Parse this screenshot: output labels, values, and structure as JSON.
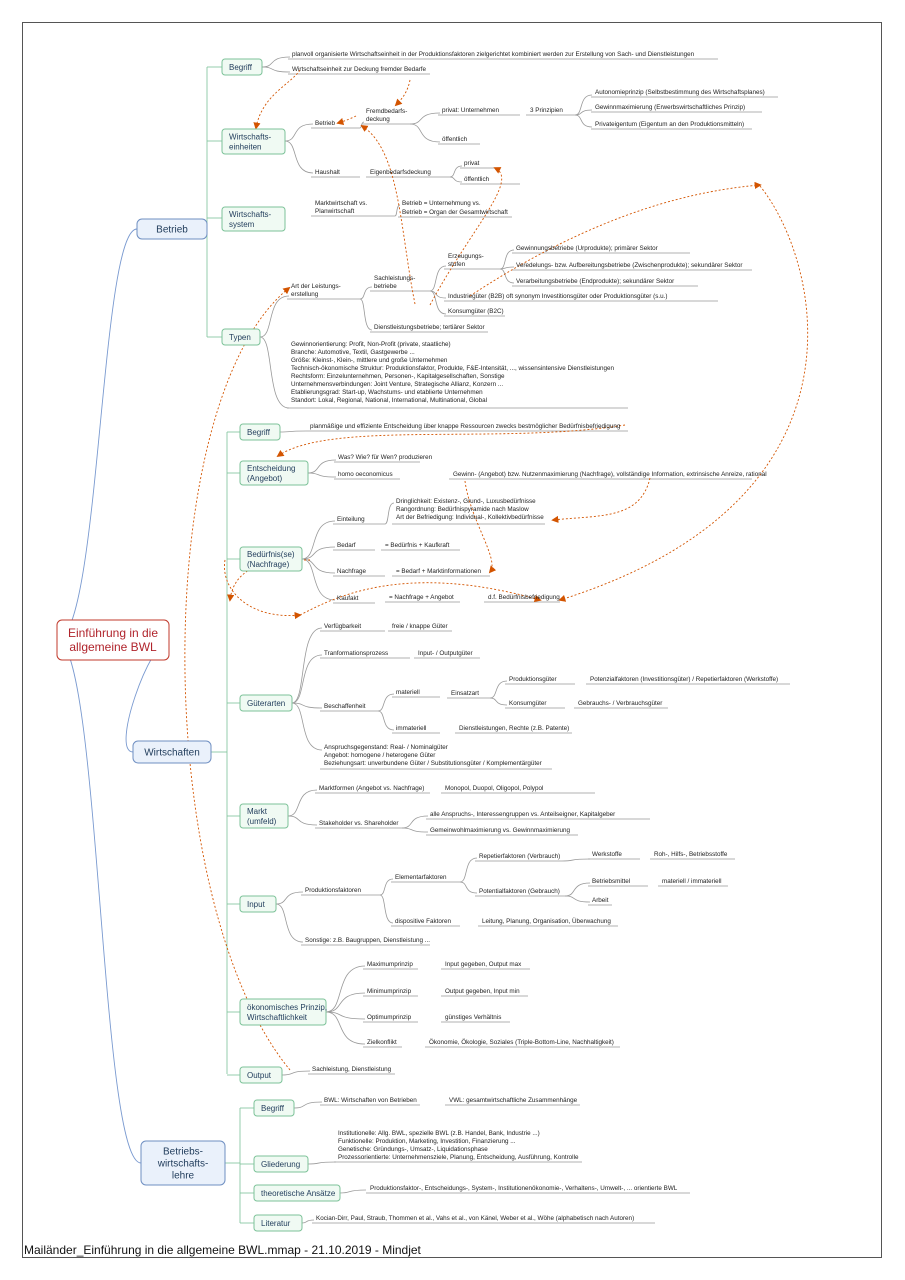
{
  "footer": "Mailänder_Einführung in die allgemeine BWL.mmap - 21.10.2019 - Mindjet",
  "colors": {
    "root_border": "#c0392b",
    "root_text": "#b0242c",
    "main_border": "#6f8fc2",
    "main_fill": "#eaf1fb",
    "sub_border": "#7cc298",
    "sub_fill": "#f0faf3",
    "line_main": "#7a9ad0",
    "line_sub": "#7cc298",
    "line_leaf": "#999999",
    "relation": "#d35400"
  },
  "root": "Einführung in die allgemeine BWL",
  "main": {
    "betrieb": "Betrieb",
    "wirtschaften": "Wirtschaften",
    "bwl": "Betriebs-wirtschafts-lehre"
  },
  "topics": {
    "begriff1": "Begriff",
    "wirtschaftseinheiten": "Wirtschafts-einheiten",
    "wirtschaftssystem": "Wirtschafts-system",
    "typen": "Typen",
    "begriff2": "Begriff",
    "entscheidung": "Entscheidung (Angebot)",
    "beduerfnis": "Bedürfnis(se) (Nachfrage)",
    "gueterarten": "Güterarten",
    "markt": "Markt (umfeld)",
    "input": "Input",
    "oekprinzip": "ökonomisches Prinzip, Wirtschaftlichkeit",
    "output": "Output",
    "begriff3": "Begriff",
    "gliederung": "Gliederung",
    "theorie": "theoretische Ansätze",
    "literatur": "Literatur"
  },
  "leaves": {
    "b1a": "planvoll organisierte Wirtschaftseinheit in der Produktionsfaktoren zielgerichtet kombiniert werden zur Erstellung von Sach- und Dienstleistungen",
    "b1b": "Wirtschaftseinheit zur Deckung fremder Bedarfe",
    "we_betrieb": "Betrieb",
    "fremd": "Fremdbedarfs-deckung",
    "privat_u": "privat: Unternehmen",
    "oeff1": "öffentlich",
    "prinzipien": "3 Prinzipien",
    "autonomie": "Autonomieprinzip (Selbstbestimmung des Wirtschaftsplanes)",
    "gewinnmax": "Gewinnmaximierung (Erwerbswirtschaftliches Prinzip)",
    "privateig": "Privateigentum (Eigentum an den Produktionsmitteln)",
    "haushalt": "Haushalt",
    "eigen": "Eigenbedarfsdeckung",
    "privat": "privat",
    "oeff2": "öffentlich",
    "marktwirt": "Marktwirtschaft vs. Planwirtschaft",
    "sys1": "Betrieb = Unternehmung vs.",
    "sys2": "Betrieb = Organ der Gesamtwirtschaft",
    "art": "Art der Leistungs-erstellung",
    "sach": "Sachleistungs-betriebe",
    "erz": "Erzeugungs-stufen",
    "gew": "Gewinnungsbetriebe (Urprodukte); primärer Sektor",
    "vered": "Veredelungs- bzw. Aufbereitungsbetriebe (Zwischenprodukte); sekundärer Sektor",
    "verarb": "Verarbeitungsbetriebe (Endprodukte); sekundärer Sektor",
    "industrie": "Industriegüter (B2B) oft synonym Investitionsgüter oder Produktionsgüter (s.u.)",
    "konsum": "Konsumgüter (B2C)",
    "dienst": "Dienstleistungsbetriebe; tertiärer Sektor",
    "t1": "Gewinnorientierung: Profit, Non-Profit (private, staatliche)",
    "t2": "Branche: Automotive, Textil, Gastgewerbe ...",
    "t3": "Größe: Kleinst-, Klein-, mittlere und große Unternehmen",
    "t4": "Technisch-ökonomische Struktur: Produktionsfaktor, Produkte, F&E-Intensität, ..., wissensintensive Dienstleistungen",
    "t5": "Rechtsform: Einzelunternehmen, Personen-, Kapitalgesellschaften, Sonstige",
    "t6": "Unternehmensverbindungen: Joint Venture, Strategische Allianz, Konzern ...",
    "t7": "Etablierungsgrad: Start-up, Wachstums- und etablierte Unternehmen",
    "t8": "Standort: Lokal, Regional, National, International, Multinational, Global",
    "b2": "planmäßige und effiziente Entscheidung über knappe Ressourcen zwecks bestmöglicher Bedürfnisbefriedigung",
    "was": "Was? Wie? für Wen? produzieren",
    "homo": "homo oeconomicus",
    "homo2": "Gewinn- (Angebot) bzw. Nutzenmaximierung (Nachfrage), vollständige Information, extrinsische Anreize, rational",
    "einteilung": "Einteilung",
    "e1": "Dringlichkeit: Existenz-, Grund-, Luxusbedürfnisse",
    "e2": "Rangordnung: Bedürfnispyramide nach Maslow",
    "e3": "Art der Befriedigung: Individual-, Kollektivbedürfnisse",
    "bedarf": "Bedarf",
    "bedarf2": "= Bedürfnis + Kaufkraft",
    "nachfrage": "Nachfrage",
    "nachfrage2": "= Bedarf + Marktinformationen",
    "kaufakt": "Kaufakt",
    "kaufakt2": "= Nachfrage + Angebot",
    "kaufakt3": "d.f. Bedürfnisbefriedigung",
    "verf": "Verfügbarkeit",
    "verf2": "freie / knappe Güter",
    "transf": "Tranformationsprozess",
    "transf2": "Input- / Outputgüter",
    "beschaff": "Beschaffenheit",
    "materiell": "materiell",
    "einsatz": "Einsatzart",
    "prodg": "Produktionsgüter",
    "potenz": "Potenzialfaktoren (Investitionsgüter) / Repetierfaktoren (Werkstoffe)",
    "konsumg": "Konsumgüter",
    "gebrauch": "Gebrauchs- / Verbrauchsgüter",
    "immat": "immateriell",
    "immat2": "Dienstleistungen, Rechte (z.B. Patente)",
    "g1": "Anspruchsgegenstand: Real- / Nominalgüter",
    "g2": "Angebot: homogene / heterogene Güter",
    "g3": "Beziehungsart: unverbundene Güter / Substitutionsgüter / Komplementärgüter",
    "marktf": "Marktformen (Angebot vs. Nachfrage)",
    "mono": "Monopol, Duopol, Oligopol, Polypol",
    "stake": "Stakeholder vs. Shareholder",
    "stake1": "alle Anspruchs-, Interessengruppen vs. Anteilseigner, Kapitalgeber",
    "stake2": "Gemeinwohlmaximierung vs. Gewinnmaximierung",
    "prodf": "Produktionsfaktoren",
    "elem": "Elementarfaktoren",
    "rep": "Repetierfaktoren (Verbrauch)",
    "werk": "Werkstoffe",
    "roh": "Roh-, Hilfs-, Betriebsstoffe",
    "pot": "Potentialfaktoren (Gebrauch)",
    "betriebsm": "Betriebsmittel",
    "matimm": "materiell / immateriell",
    "arbeit": "Arbeit",
    "dispo": "dispositive Faktoren",
    "leitung": "Leitung, Planung, Organisation, Überwachung",
    "sonst": "Sonstige: z.B. Baugruppen, Dienstleistung ...",
    "maxp": "Maximumprinzip",
    "maxp2": "Input gegeben, Output max",
    "minp": "Minimumprinzip",
    "minp2": "Output gegeben, Input min",
    "optp": "Optimumprinzip",
    "optp2": "günstiges Verhältnis",
    "ziel": "Zielkonflikt",
    "ziel2": "Ökonomie, Ökologie, Soziales (Triple-Bottom-Line, Nachhaltigkeit)",
    "output1": "Sachleistung, Dienstleistung",
    "bwl1": "BWL: Wirtschaften von Betrieben",
    "bwl2": "VWL: gesamtwirtschaftliche Zusammenhänge",
    "gl1": "Institutionelle: Allg. BWL, spezielle BWL (z.B. Handel, Bank, Industrie ...)",
    "gl2": "Funktionelle: Produktion, Marketing, Investition, Finanzierung ...",
    "gl3": "Genetische: Gründungs-, Umsatz-, Liquidationsphase",
    "gl4": "Prozessorientierte: Unternehmensziele, Planung, Entscheidung, Ausführung, Kontrolle",
    "theo": "Produktionsfaktor-, Entscheidungs-, System-, Institutionenökonomie-, Verhaltens-, Umwelt-, ... orientierte BWL",
    "lit": "Kocian-Dirr, Paul, Straub, Thommen et al., Vahs et al., von Känel, Weber et al., Wöhe (alphabetisch nach Autoren)"
  }
}
